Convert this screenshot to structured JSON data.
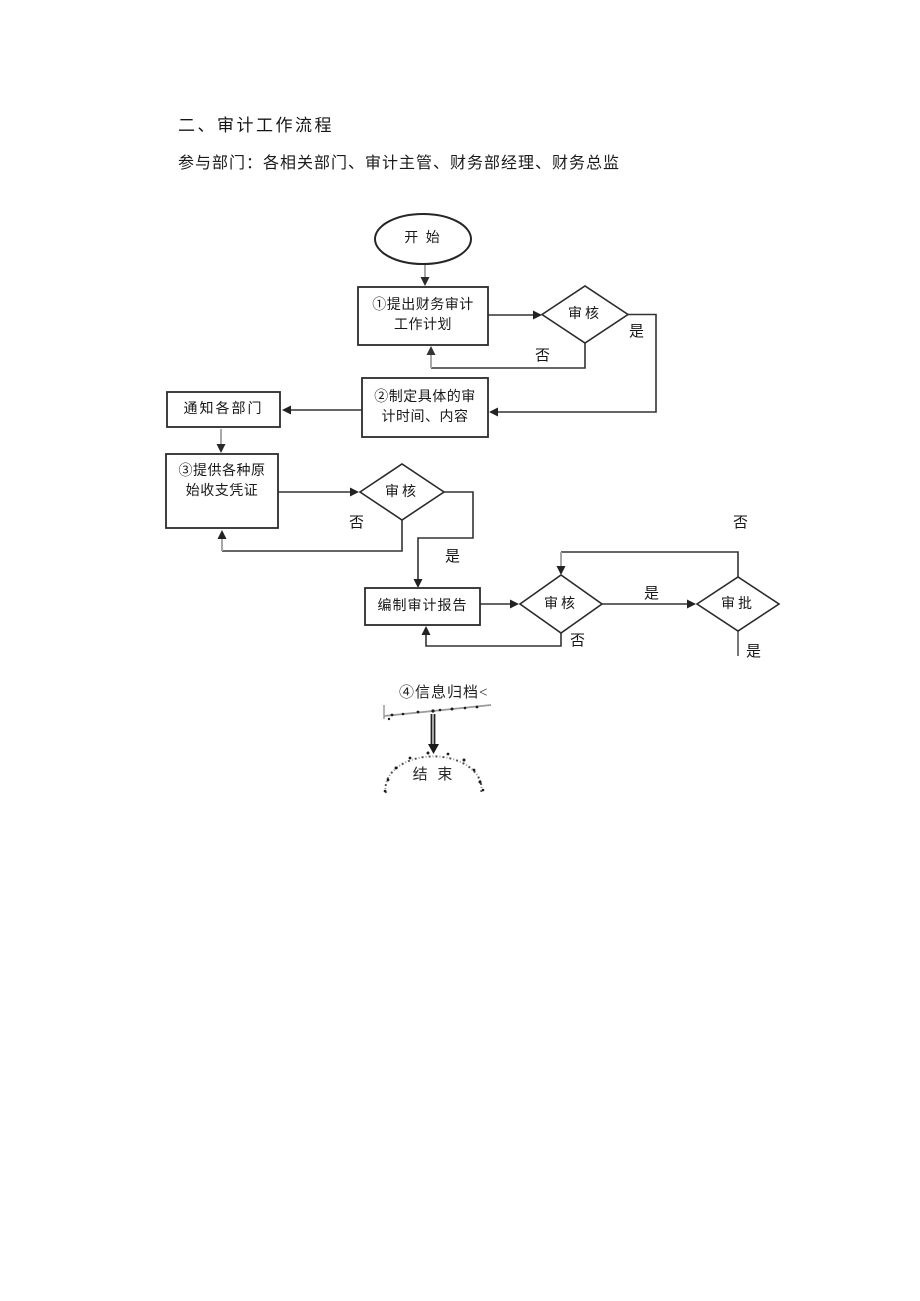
{
  "document": {
    "heading": "二、审计工作流程",
    "participants": "参与部门：各相关部门、审计主管、财务部经理、财务总监"
  },
  "flowchart": {
    "start": "开 始",
    "step1": "①提出财务审计\n工作计划",
    "review1": "审核",
    "step2": "②制定具体的审\n计时间、内容",
    "notify": "通知各部门",
    "step3": "③提供各种原\n始收支凭证",
    "review2": "审核",
    "report": "编制审计报告",
    "review3": "审核",
    "approve": "审批",
    "archive": "④信息归档<",
    "end": "结 束",
    "labels": {
      "yes": "是",
      "no": "否"
    }
  },
  "colors": {
    "ink": "#1f1f1f",
    "line": "#333333",
    "faded_line": "#a8a8a8",
    "background": "#ffffff"
  }
}
